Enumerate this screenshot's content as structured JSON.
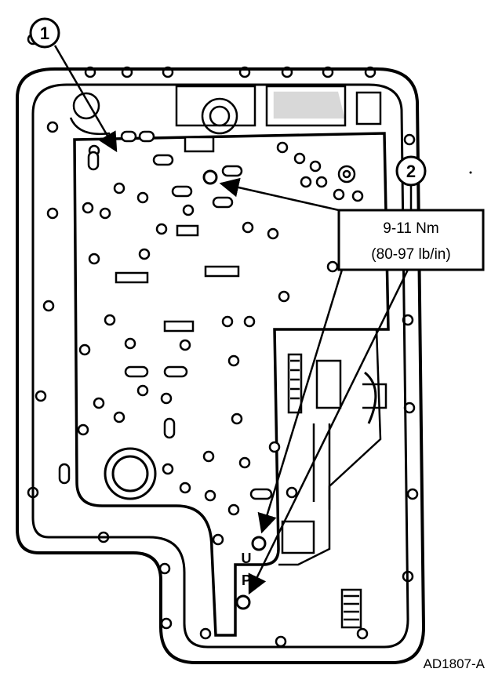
{
  "callouts": [
    {
      "number": "1"
    },
    {
      "number": "2"
    }
  ],
  "torque_spec": {
    "line1": "9-11 Nm",
    "line2": "(80-97 lb/in)"
  },
  "orientation_label": {
    "letter1": "U",
    "letter2": "P"
  },
  "figure_id": "AD1807-A",
  "colors": {
    "ink": "#000000",
    "background": "#ffffff"
  }
}
